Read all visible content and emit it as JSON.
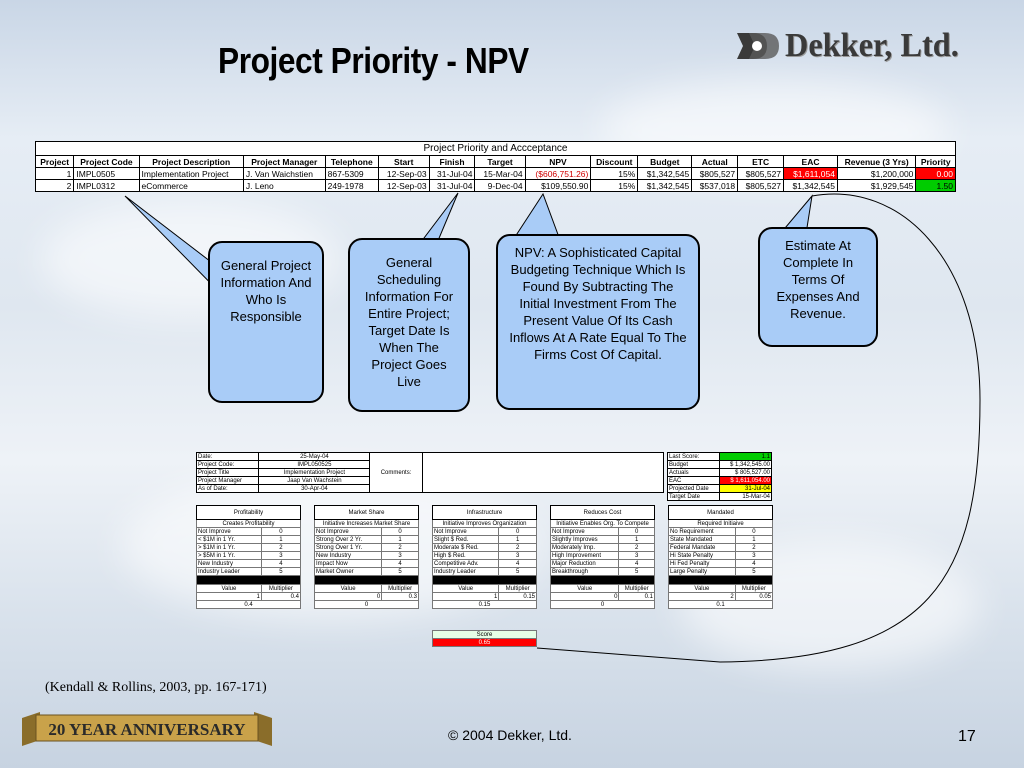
{
  "slide_title": "Project Priority - NPV",
  "logo_text": "Dekker, Ltd.",
  "main_table": {
    "caption": "Project Priority and Accceptance",
    "headers": [
      "Project",
      "Project Code",
      "Project Description",
      "Project Manager",
      "Telephone",
      "Start",
      "Finish",
      "Target",
      "NPV",
      "Discount",
      "Budget",
      "Actual",
      "ETC",
      "EAC",
      "Revenue (3 Yrs)",
      "Priority"
    ],
    "rows": [
      [
        "1",
        "IMPL0505",
        "Implementation Project",
        "J. Van Waichstien",
        "867-5309",
        "12-Sep-03",
        "31-Jul-04",
        "15-Mar-04",
        "($606,751.26)",
        "15%",
        "$1,342,545",
        "$805,527",
        "$805,527",
        "$1,611,054",
        "$1,200,000",
        "0.00"
      ],
      [
        "2",
        "IMPL0312",
        "eCommerce",
        "J. Leno",
        "249-1978",
        "12-Sep-03",
        "31-Jul-04",
        "9-Dec-04",
        "$109,550.90",
        "15%",
        "$1,342,545",
        "$537,018",
        "$805,527",
        "$1,342,545",
        "$1,929,545",
        "1.50"
      ]
    ]
  },
  "callouts": {
    "general_project": "General Project Information And Who Is Responsible",
    "scheduling": "General Scheduling Information For Entire Project; Target Date Is When The Project Goes Live",
    "npv": "NPV: A Sophisticated Capital Budgeting Technique Which Is Found By Subtracting The Initial Investment From The Present Value Of Its Cash Inflows At A Rate Equal To The Firms Cost Of Capital.",
    "eac": "Estimate At Complete In Terms Of Expenses And Revenue."
  },
  "form": {
    "date_label": "Date:",
    "date_value": "25-May-04",
    "code_label": "Project Code:",
    "code_value": "IMPL050525",
    "title_label": "Project Title",
    "title_value": "Implementation Project",
    "manager_label": "Project Manager",
    "manager_value": "Jaap Van Wachstein",
    "asof_label": "As of Date:",
    "asof_value": "30-Apr-04",
    "comments_label": "Comments:"
  },
  "status_box": {
    "last_score_label": "Last Score:",
    "last_score_value": "1.1",
    "budget_label": "Budget",
    "budget_value": "$ 1,342,545.00",
    "actuals_label": "Actuals",
    "actuals_value": "$ 805,527.00",
    "eac_label": "EAC",
    "eac_value": "$ 1,611,054.00",
    "projected_label": "Projected Date",
    "projected_value": "31-Jul-04",
    "target_label": "Target Date",
    "target_value": "15-Mar-04"
  },
  "criteria": [
    {
      "header": "Profitability",
      "subheader": "Creates Profitability",
      "items": [
        [
          "Not Improve",
          "0"
        ],
        [
          "< $1M in 1 Yr.",
          "1"
        ],
        [
          "> $1M in 1 Yr.",
          "2"
        ],
        [
          "> $5M in 1 Yr.",
          "3"
        ],
        [
          "New Industry",
          "4"
        ],
        [
          "Industry Leader",
          "5"
        ]
      ],
      "value": "1",
      "multiplier": "0.4",
      "result": "0.4"
    },
    {
      "header": "Market Share",
      "subheader": "Initiative Increases Market Share",
      "items": [
        [
          "Not Improve",
          "0"
        ],
        [
          "Strong Over 2 Yr.",
          "1"
        ],
        [
          "Strong Over 1 Yr.",
          "2"
        ],
        [
          "New Industry",
          "3"
        ],
        [
          "Impact Now",
          "4"
        ],
        [
          "Market Owner",
          "5"
        ]
      ],
      "value": "0",
      "multiplier": "0.3",
      "result": "0"
    },
    {
      "header": "Infrastructure",
      "subheader": "Initiative Improves Organization",
      "items": [
        [
          "Not Improve",
          "0"
        ],
        [
          "Slight $ Red.",
          "1"
        ],
        [
          "Moderate $ Red.",
          "2"
        ],
        [
          "High $ Red.",
          "3"
        ],
        [
          "Competitive Adv.",
          "4"
        ],
        [
          "Industry Leader",
          "5"
        ]
      ],
      "value": "1",
      "multiplier": "0.15",
      "result": "0.15"
    },
    {
      "header": "Reduces Cost",
      "subheader": "Initiative Enables Org. To Compete",
      "items": [
        [
          "Not Improve",
          "0"
        ],
        [
          "Slightly Improves",
          "1"
        ],
        [
          "Moderately Imp.",
          "2"
        ],
        [
          "High Improvement",
          "3"
        ],
        [
          "Major Reduction",
          "4"
        ],
        [
          "Breakthrough",
          "5"
        ]
      ],
      "value": "0",
      "multiplier": "0.1",
      "result": "0"
    },
    {
      "header": "Mandated",
      "subheader": "Required Initiaive",
      "items": [
        [
          "No Requirement",
          "0"
        ],
        [
          "State Mandated",
          "1"
        ],
        [
          "Federal Mandate",
          "2"
        ],
        [
          "Hi State Penalty",
          "3"
        ],
        [
          "Hi Fed Penalty",
          "4"
        ],
        [
          "Large Penalty",
          "5"
        ]
      ],
      "value": "2",
      "multiplier": "0.05",
      "result": "0.1"
    }
  ],
  "value_label": "Value",
  "multiplier_label": "Multiplier",
  "score": {
    "label": "Score",
    "value": "0.65"
  },
  "citation": "(Kendall & Rollins, 2003, pp. 167-171)",
  "anniversary_text": "20 YEAR ANNIVERSARY",
  "copyright": "© 2004 Dekker, Ltd.",
  "page_number": "17"
}
